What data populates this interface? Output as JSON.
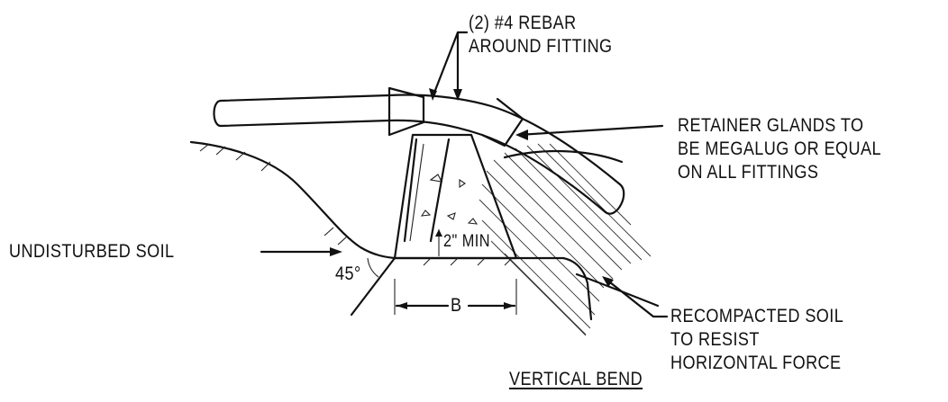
{
  "labels": {
    "rebar_line1": "(2) #4 REBAR",
    "rebar_line2": "AROUND FITTING",
    "retainer_line1": "RETAINER GLANDS TO",
    "retainer_line2": "BE MEGALUG OR EQUAL",
    "retainer_line3": "ON ALL FITTINGS",
    "undisturbed": "UNDISTURBED SOIL",
    "angle": "45°",
    "min_clear": "2\" MIN",
    "width": "B",
    "recompact_line1": "RECOMPACTED SOIL",
    "recompact_line2": "TO RESIST",
    "recompact_line3": "HORIZONTAL FORCE",
    "title": "VERTICAL BEND"
  }
}
